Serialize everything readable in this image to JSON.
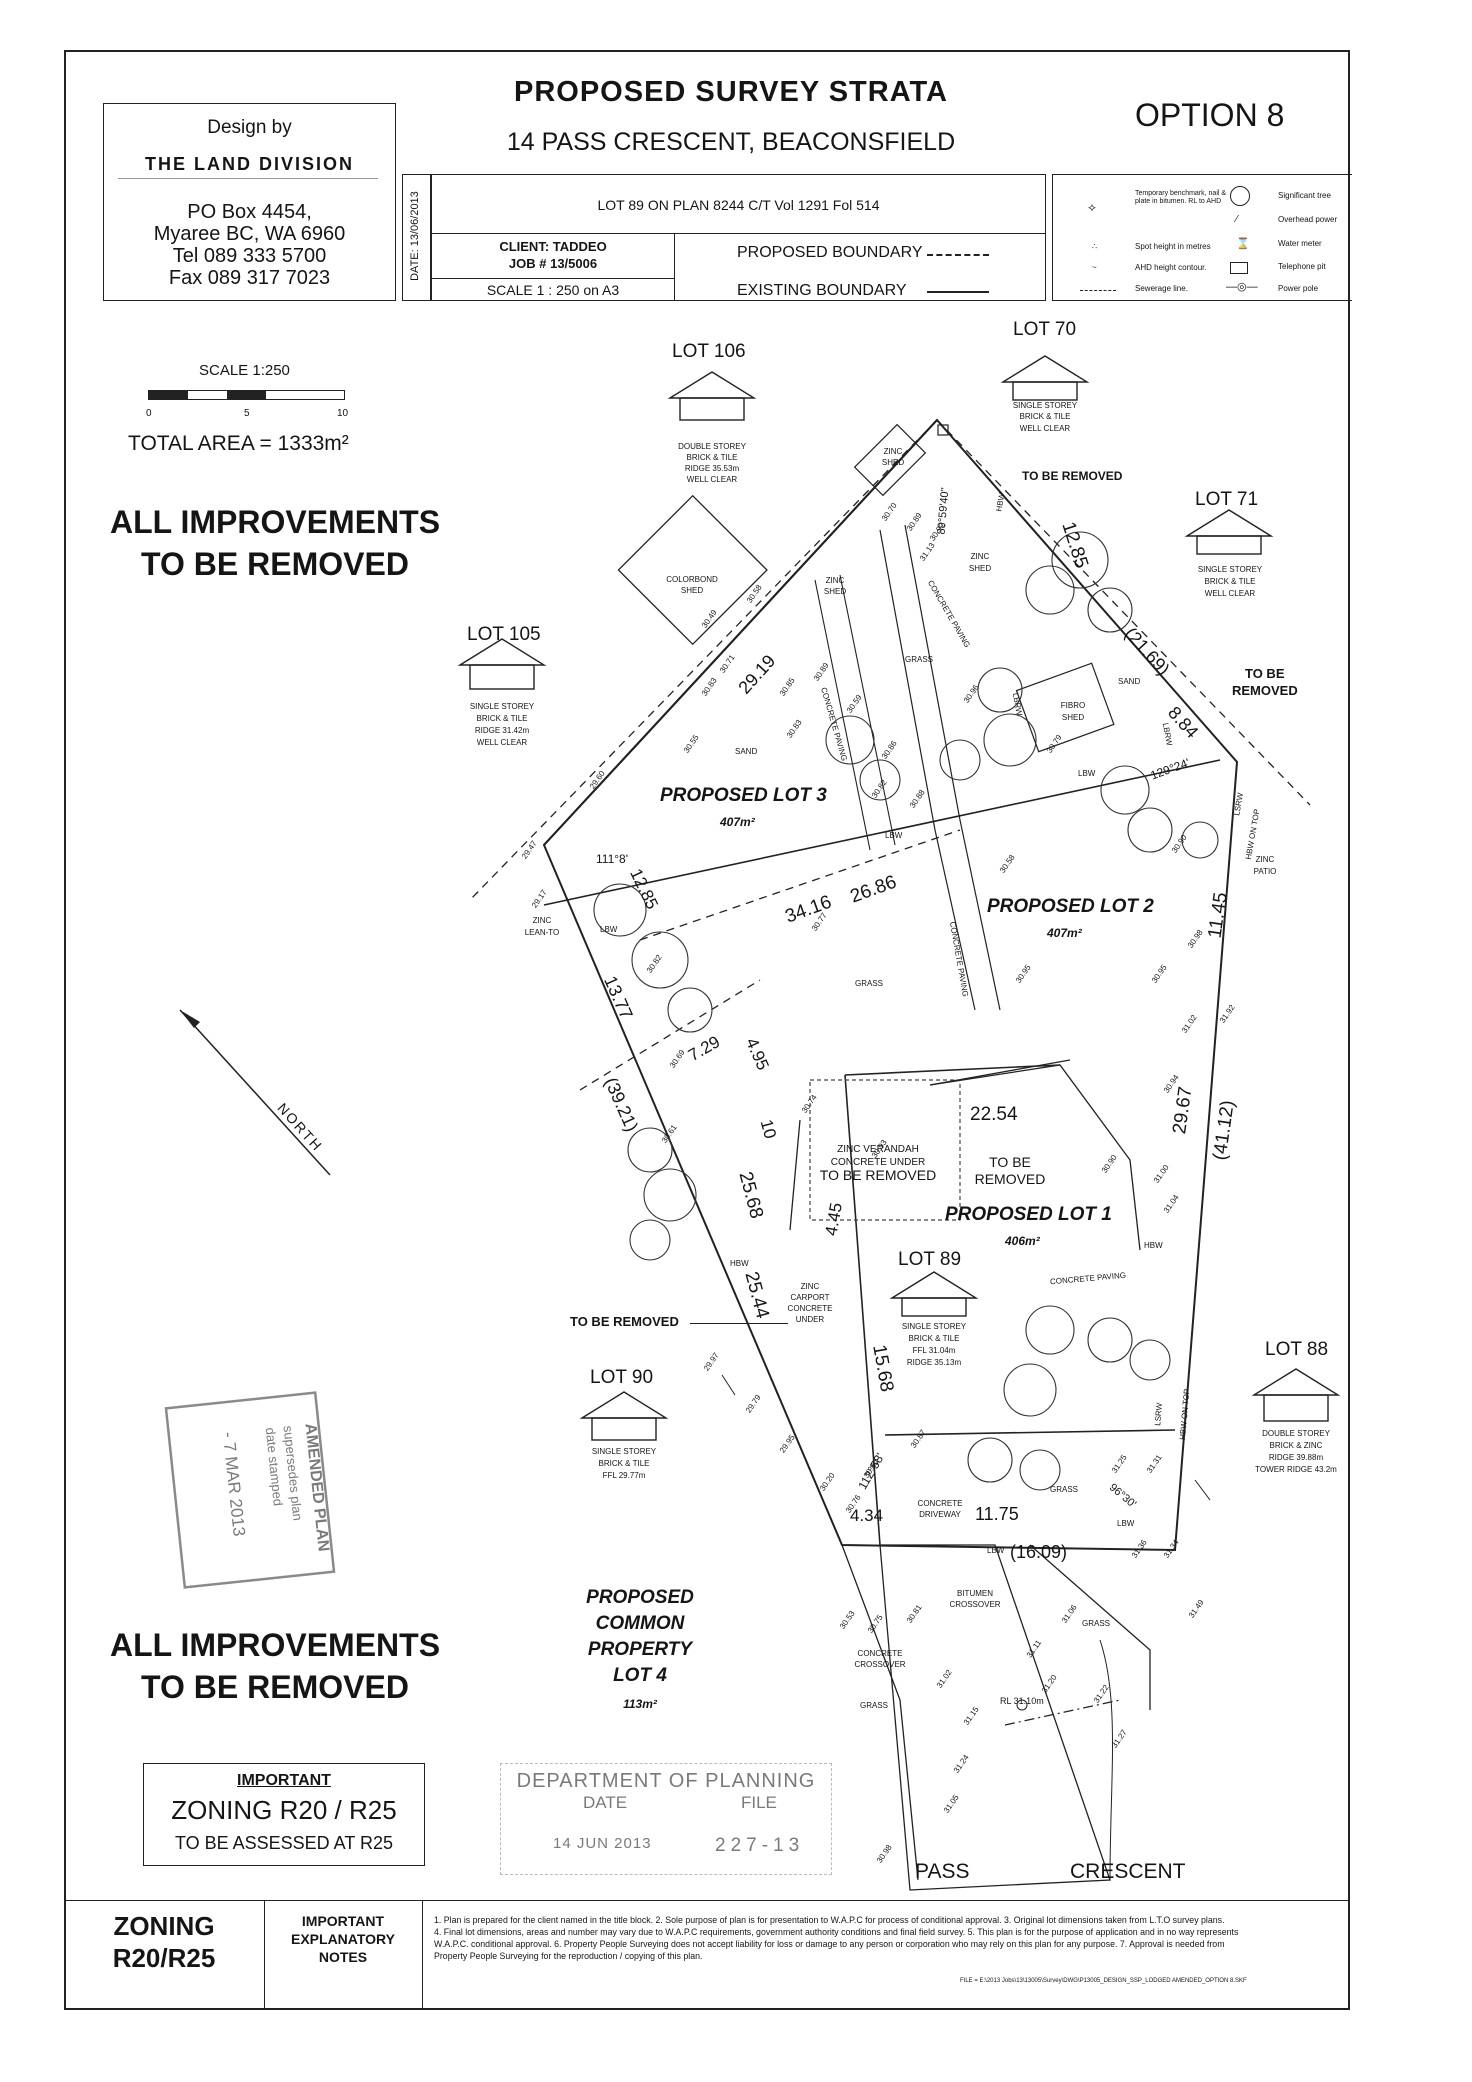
{
  "header": {
    "design_by": "Design by",
    "firm": "THE LAND DIVISION",
    "po_box": "PO Box 4454,",
    "suburb": "Myaree BC, WA 6960",
    "tel": "Tel 089 333 5700",
    "fax": "Fax 089 317 7023",
    "date": "DATE: 13/06/2013",
    "title": "PROPOSED SURVEY STRATA",
    "address": "14 PASS CRESCENT, BEACONSFIELD",
    "option": "OPTION 8",
    "lot_info": "LOT 89 ON PLAN 8244  C/T Vol 1291  Fol 514",
    "client": "CLIENT: TADDEO",
    "job": "JOB # 13/5006",
    "scale": "SCALE 1 : 250 on A3",
    "proposed_boundary": "PROPOSED BOUNDARY",
    "existing_boundary": "EXISTING BOUNDARY"
  },
  "legend": [
    {
      "label": "Temporary benchmark, nail & plate in bitumen. RL to AHD",
      "icon": "benchmark-icon"
    },
    {
      "label": "Spot height in metres",
      "icon": "spot-height-icon"
    },
    {
      "label": "AHD height contour.",
      "icon": "contour-icon"
    },
    {
      "label": "Sewerage line.",
      "icon": "sewer-icon"
    },
    {
      "label": "Significant tree",
      "icon": "tree-icon"
    },
    {
      "label": "Overhead power",
      "icon": "power-icon"
    },
    {
      "label": "Water meter",
      "icon": "water-meter-icon"
    },
    {
      "label": "Telephone pit",
      "icon": "telephone-pit-icon"
    },
    {
      "label": "Power pole",
      "icon": "power-pole-icon"
    }
  ],
  "scale_bar": {
    "label": "SCALE 1:250",
    "ticks": [
      "0",
      "5",
      "10"
    ],
    "total_area": "TOTAL AREA = 1333m²"
  },
  "notices": {
    "improvements_removed": [
      "ALL IMPROVEMENTS",
      "TO BE REMOVED"
    ],
    "north": "NORTH",
    "important": "IMPORTANT",
    "zoning_main": "ZONING R20 / R25",
    "assessed": "TO BE ASSESSED AT R25",
    "planning_dept": "DEPARTMENT OF PLANNING",
    "planning_date_label": "DATE",
    "planning_file_label": "FILE",
    "planning_date": "14 JUN 2013",
    "planning_file": "227-13",
    "stamp_lines": [
      "AMENDED PLAN",
      "supersedes plan",
      "date stamped",
      "- 7 MAR 2013"
    ]
  },
  "lots": {
    "lot1": {
      "name": "PROPOSED LOT 1",
      "area": "406m²"
    },
    "lot2": {
      "name": "PROPOSED LOT 2",
      "area": "407m²"
    },
    "lot3": {
      "name": "PROPOSED LOT 3",
      "area": "407m²"
    },
    "lot4": {
      "name": [
        "PROPOSED",
        "COMMON",
        "PROPERTY",
        "LOT 4"
      ],
      "area": "113m²"
    }
  },
  "neighbours": {
    "lot106": {
      "name": "LOT 106",
      "desc": [
        "DOUBLE STOREY",
        "BRICK & TILE",
        "RIDGE 35.53m",
        "WELL CLEAR"
      ]
    },
    "lot70": {
      "name": "LOT 70",
      "desc": [
        "SINGLE STOREY",
        "BRICK & TILE",
        "WELL CLEAR"
      ]
    },
    "lot71": {
      "name": "LOT 71",
      "desc": [
        "SINGLE STOREY",
        "BRICK & TILE",
        "WELL CLEAR"
      ]
    },
    "lot105": {
      "name": "LOT 105",
      "desc": [
        "SINGLE STOREY",
        "BRICK & TILE",
        "RIDGE 31.42m",
        "WELL CLEAR"
      ]
    },
    "lot89": {
      "name": "LOT 89",
      "desc": [
        "SINGLE STOREY",
        "BRICK & TILE",
        "FFL 31.04m",
        "RIDGE 35.13m"
      ]
    },
    "lot90": {
      "name": "LOT 90",
      "desc": [
        "SINGLE STOREY",
        "BRICK & TILE",
        "FFL 29.77m"
      ]
    },
    "lot88": {
      "name": "LOT 88",
      "desc": [
        "DOUBLE STOREY",
        "BRICK & ZINC",
        "RIDGE 39.88m",
        "TOWER RIDGE 43.2m"
      ]
    }
  },
  "features": {
    "colorbond_shed": [
      "COLORBOND",
      "SHED"
    ],
    "zinc_shed": [
      "ZINC",
      "SHED"
    ],
    "to_be_removed": "TO BE REMOVED",
    "sand": "SAND",
    "grass": "GRASS",
    "fibro_shed": [
      "FIBRO",
      "SHED"
    ],
    "zinc_patio": [
      "ZINC",
      "PATIO"
    ],
    "zinc_lean_to": [
      "ZINC",
      "LEAN-TO"
    ],
    "concrete_paving": "CONCRETE PAVING",
    "zinc_verandah": [
      "ZINC VERANDAH",
      "CONCRETE UNDER",
      "TO BE REMOVED"
    ],
    "to_be_removed_two": [
      "TO BE",
      "REMOVED"
    ],
    "zinc_carport": [
      "ZINC",
      "CARPORT",
      "CONCRETE",
      "UNDER"
    ],
    "concrete_driveway": [
      "CONCRETE",
      "DRIVEWAY"
    ],
    "bitumen_crossover": [
      "BITUMEN",
      "CROSSOVER"
    ],
    "concrete_crossover": [
      "CONCRETE",
      "CROSSOVER"
    ],
    "rl": "RL 31.10m",
    "hbw_on_top": "HBW ON TOP",
    "lsrw": "LSRW",
    "lbw": "LBW",
    "hbw": "HBW",
    "lbrw": "LBRW",
    "street": [
      "PASS",
      "CRESCENT"
    ]
  },
  "dimensions": {
    "d2919": "29.19",
    "d1285a": "12.85",
    "d2169": "(21.69)",
    "d884": "8.84",
    "d1285b": "12.85",
    "d3416": "34.16",
    "d2686": "26.86",
    "d1377": "13.77",
    "d3921": "(39.21)",
    "d729": "7.29",
    "d495": "4.95",
    "d2254": "22.54",
    "d2967": "29.67",
    "d4112": "(41.12)",
    "d1145": "11.45",
    "d2568": "25.68",
    "d445": "4.45",
    "d2544": "25.44",
    "d1568": "15.68",
    "d434": "4.34",
    "d1175": "11.75",
    "d1609": "(16.09)",
    "d10": "10",
    "a1": "111°8'",
    "a2": "129°24'",
    "a3": "112°58'",
    "a4": "89°59'40\"",
    "a5": "96°30'"
  },
  "spot_heights": [
    "30.70",
    "30.89",
    "30.92",
    "31.13",
    "30.58",
    "30.49",
    "30.71",
    "30.83",
    "30.89",
    "30.85",
    "30.59",
    "30.83",
    "30.55",
    "30.86",
    "30.96",
    "30.79",
    "30.88",
    "30.82",
    "30.77",
    "30.74",
    "30.93",
    "30.90",
    "31.00",
    "31.04",
    "30.95",
    "30.95",
    "31.02",
    "31.92",
    "30.94",
    "30.98",
    "30.90",
    "30.58",
    "30.61",
    "30.69",
    "30.82",
    "29.17",
    "29.47",
    "29.60",
    "29.79",
    "29.97",
    "29.95",
    "30.20",
    "30.76",
    "30.80",
    "30.87",
    "31.25",
    "31.31",
    "31.36",
    "31.49",
    "31.34",
    "31.06",
    "31.11",
    "31.20",
    "31.22",
    "31.27",
    "30.53",
    "30.75",
    "30.81",
    "31.02",
    "31.15",
    "31.24",
    "31.05",
    "30.98"
  ],
  "notes": {
    "zoning_footer": [
      "ZONING",
      "R20/R25"
    ],
    "explanatory": [
      "IMPORTANT",
      "EXPLANATORY",
      "NOTES"
    ],
    "text": [
      "1. Plan is prepared for the client named in the title block.  2. Sole purpose of plan is for presentation to W.A.P.C for process of conditional approval.  3. Original lot dimensions taken from L.T.O survey plans.",
      "4. Final lot dimensions, areas and number may vary due to W.A.P.C requirements, government authority conditions and final field survey.  5. This plan is for the purpose of application and in no way represents",
      "W.A.P.C. conditional approval.  6. Property People Surveying does not accept liability for loss or damage to any person or corporation who may rely on this plan for any purpose.  7. Approval is needed from",
      "Property People Surveying for the reproduction / copying of this plan."
    ],
    "file": "FILE = E:\\2013 Jobs\\13\\13005\\Survey\\DWG\\P13005_DESIGN_SSP_LODGED AMENDED_OPTION 8.SKF"
  }
}
